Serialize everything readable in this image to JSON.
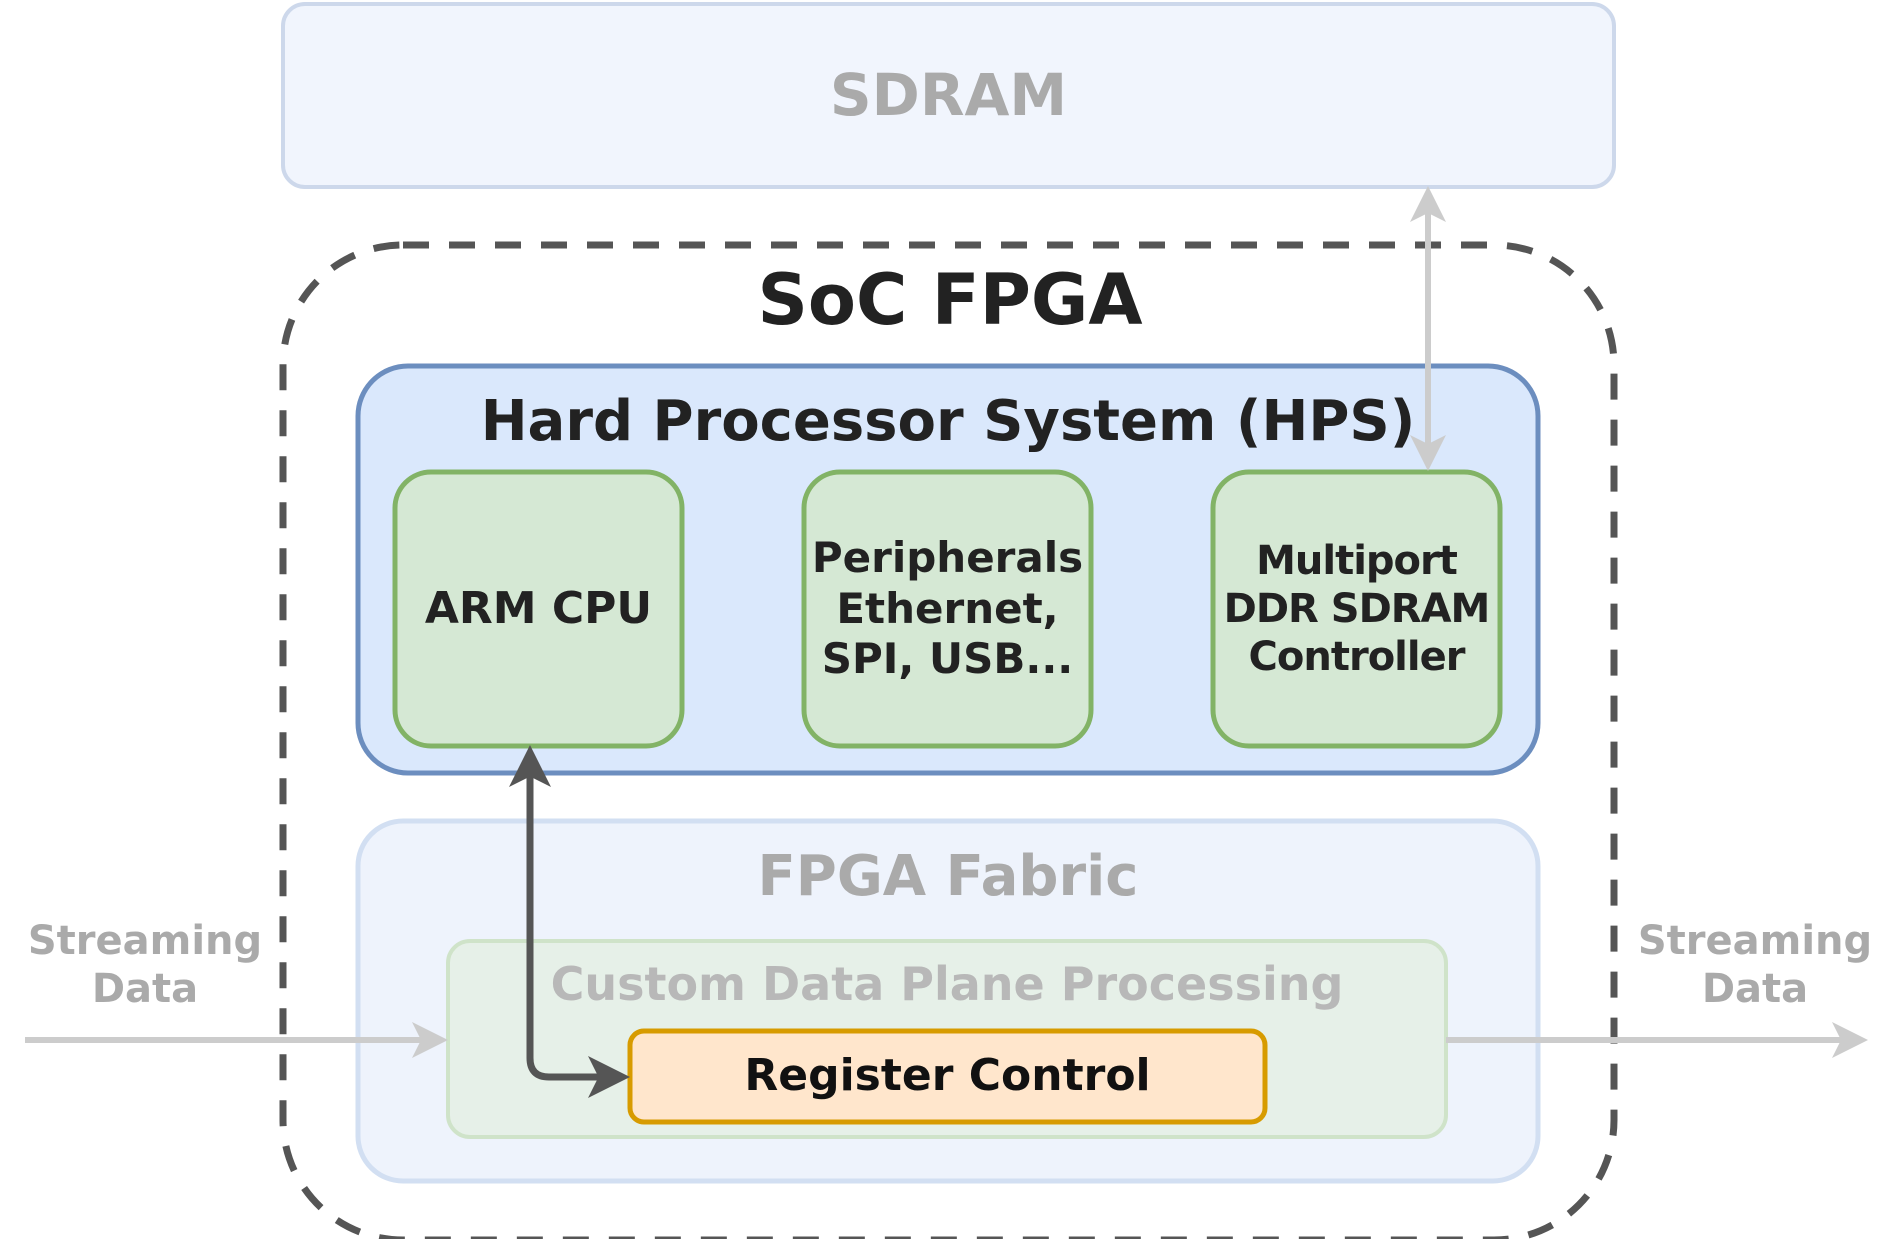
{
  "colors": {
    "sdram_fill": "#f1f5fd",
    "sdram_stroke": "#cdd8eb",
    "sdram_text": "#aaaaaa",
    "soc_border": "#555555",
    "soc_text": "#222222",
    "hps_fill": "#dae8fc",
    "hps_stroke": "#6c8ebf",
    "hps_text": "#222222",
    "block_fill": "#d5e8d4",
    "block_stroke": "#82b366",
    "block_text": "#222222",
    "fabric_fill": "#eef3fc",
    "fabric_stroke": "#d2dff2",
    "fabric_text": "#aaaaaa",
    "custom_fill": "#e6f0e8",
    "custom_stroke": "#cfe3c9",
    "custom_text": "#b8b8b8",
    "register_fill": "#ffe6cc",
    "register_stroke": "#d79b00",
    "register_text": "#111111",
    "arrow_dark": "#555555",
    "arrow_light": "#cccccc",
    "stream_text": "#aaaaaa"
  },
  "labels": {
    "sdram": "SDRAM",
    "soc_fpga": "SoC FPGA",
    "hps": "Hard Processor System (HPS)",
    "arm_cpu": "ARM CPU",
    "peripherals": "Peripherals\nEthernet,\nSPI, USB...",
    "ddr_controller": "Multiport\nDDR SDRAM\nController",
    "fpga_fabric": "FPGA Fabric",
    "custom_data_plane": "Custom Data Plane Processing",
    "register_control": "Register Control",
    "streaming_in": "Streaming\nData",
    "streaming_out": "Streaming\nData"
  }
}
